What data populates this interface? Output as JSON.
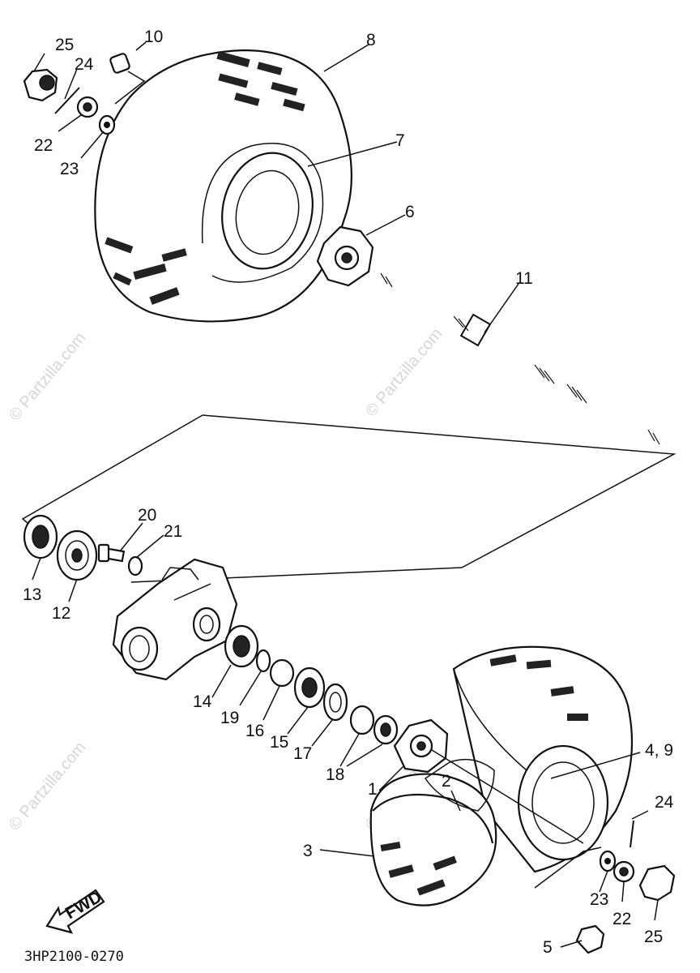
{
  "diagram": {
    "code": "3HP2100-0270",
    "watermark": "© Partzilla.com",
    "fwd": "FWD",
    "labels": {
      "p1": "1",
      "p2": "2",
      "p3": "3",
      "p4_9": "4, 9",
      "p5": "5",
      "p6": "6",
      "p7": "7",
      "p8": "8",
      "p10": "10",
      "p11": "11",
      "p12": "12",
      "p13": "13",
      "p14": "14",
      "p15": "15",
      "p16": "16",
      "p17": "17",
      "p18": "18",
      "p19": "19",
      "p20": "20",
      "p21": "21",
      "p22a": "22",
      "p23a": "23",
      "p24a": "24",
      "p25a": "25",
      "p22b": "22",
      "p23b": "23",
      "p24b": "24",
      "p25b": "25"
    }
  }
}
